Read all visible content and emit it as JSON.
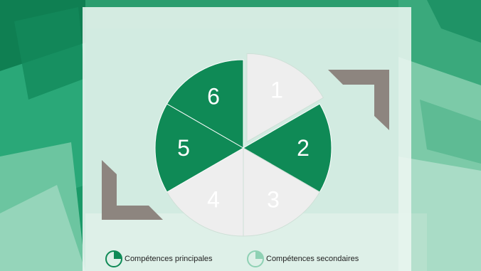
{
  "colors": {
    "primary": "#0f8a56",
    "secondary": "#eeeeee",
    "secondary_outline": "#cfe0d7",
    "accent_bracket": "#8d857f",
    "legend_secondary": "#8fd1b4",
    "number_on_primary": "#ffffff",
    "number_on_secondary": "#ffffff"
  },
  "segments": [
    {
      "label": "1",
      "type": "secondary",
      "exploded": true
    },
    {
      "label": "2",
      "type": "primary"
    },
    {
      "label": "3",
      "type": "secondary"
    },
    {
      "label": "4",
      "type": "secondary"
    },
    {
      "label": "5",
      "type": "primary"
    },
    {
      "label": "6",
      "type": "primary"
    }
  ],
  "legend": {
    "primary_label": "Compétences principales",
    "secondary_label": "Compétences secondaires"
  }
}
